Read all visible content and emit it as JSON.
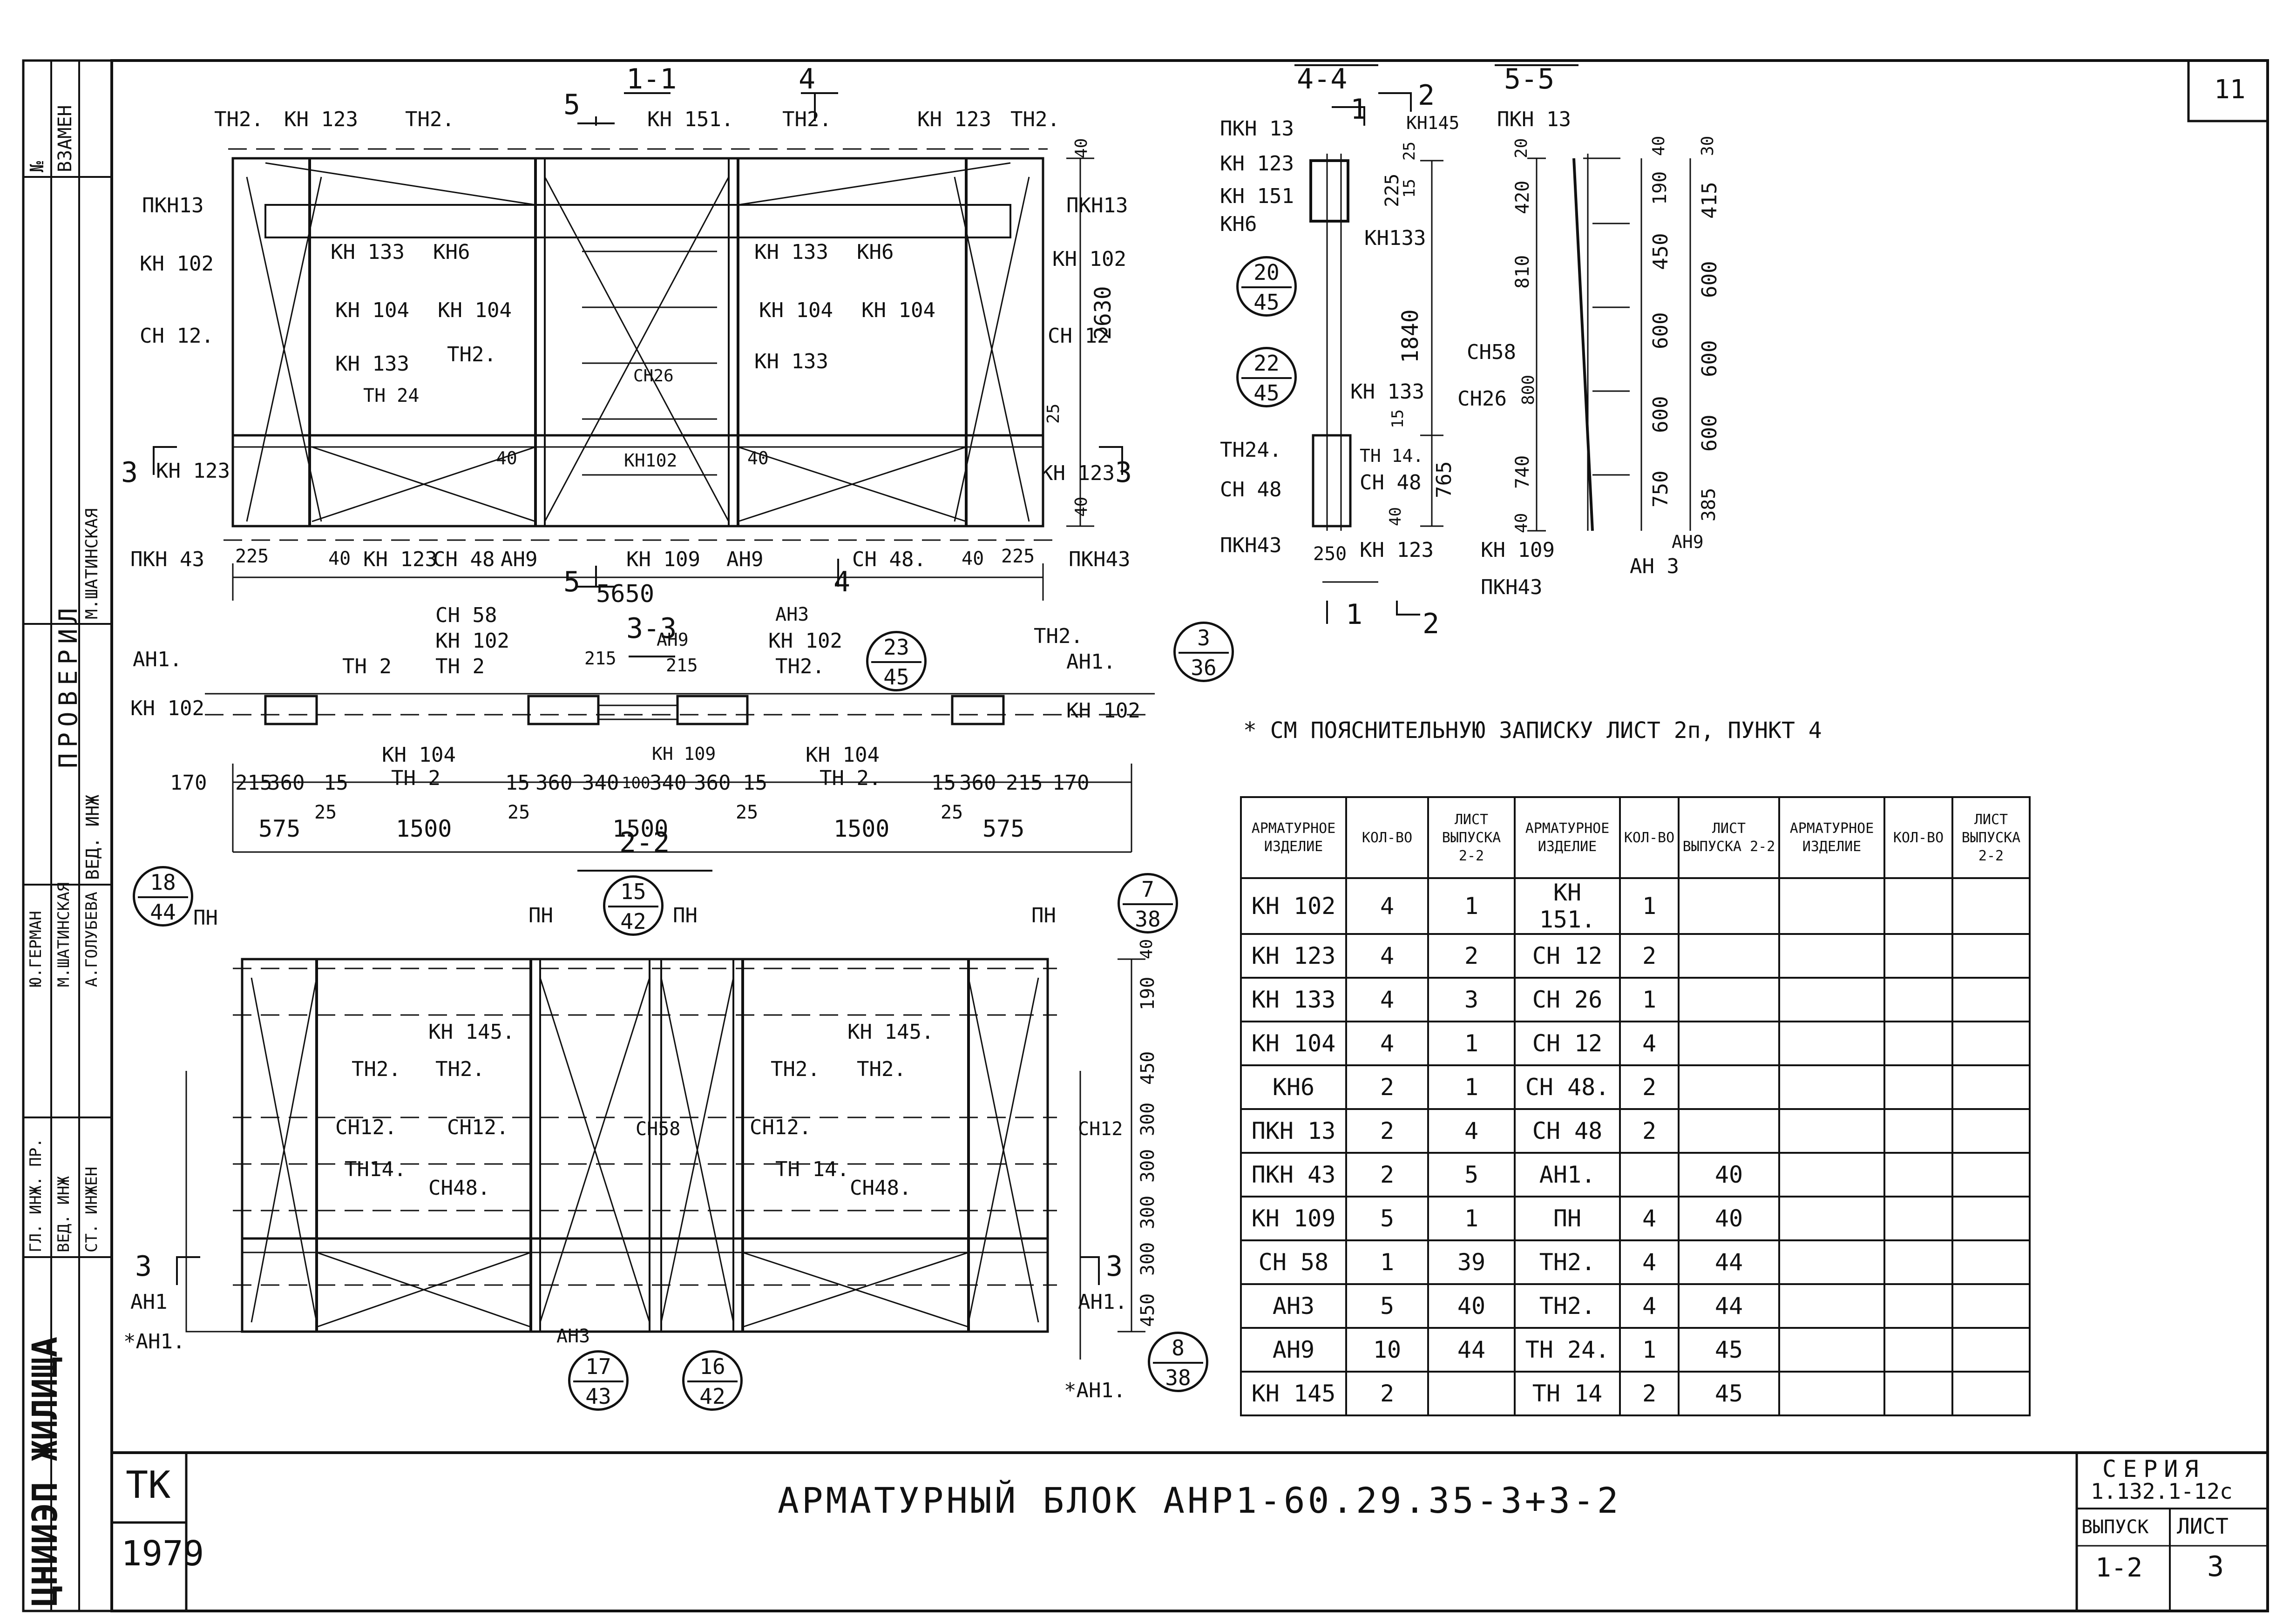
{
  "sheet_number": "11",
  "note": "* СМ ПОЯСНИТЕЛЬНУЮ ЗАПИСКУ ЛИСТ 2п, ПУНКТ 4",
  "sections": {
    "s11": "1-1",
    "s4": "4",
    "s44": "4-4",
    "s55": "5-5",
    "s33": "3-3",
    "s22": "2-2",
    "cut5": "5",
    "cut3": "3",
    "cut1": "1",
    "cut2": "2"
  },
  "elev_top": {
    "labels": [
      "ТН2.",
      "КН 123",
      "ТН2.",
      "КН 151.",
      "ТН2.",
      "КН 123",
      "ТН2.",
      "ПКН13",
      "ПКН13",
      "КН 133",
      "КН6",
      "КН 133",
      "КН6",
      "КН 102",
      "КН 102",
      "КН 104",
      "КН 104",
      "КН 104",
      "КН 104",
      "СН 12.",
      "СН 12",
      "КН 133",
      "ТН2.",
      "КН 133",
      "СН26",
      "ТН 24",
      "КН 123",
      "КН 123",
      "КН102",
      "ПКН 43",
      "КН 123",
      "СН 48",
      "АН9",
      "КН 109",
      "АН9",
      "СН 48.",
      "ПКН43"
    ],
    "dims": [
      "2630",
      "225",
      "40",
      "5650",
      "40",
      "225",
      "40",
      "25",
      "40",
      "40",
      "40"
    ]
  },
  "sect44": {
    "labels": [
      "ПКН 13",
      "КН 123",
      "КН 151",
      "КН6",
      "КН145",
      "КН133",
      "ТН24.",
      "СН 48",
      "ПКН43",
      "КН 133",
      "ТН 14.",
      "СН 48",
      "КН 123"
    ],
    "dims": [
      "25",
      "225",
      "15",
      "1840",
      "15",
      "765",
      "40",
      "250"
    ]
  },
  "sect55": {
    "labels": [
      "ПКН 13",
      "СН58",
      "СН26",
      "КН 109",
      "ПКН43",
      "АН9",
      "АН 3"
    ],
    "dims": [
      "20",
      "420",
      "810",
      "800",
      "740",
      "40",
      "40",
      "190",
      "450",
      "600",
      "600",
      "750",
      "30",
      "415",
      "600",
      "600",
      "600",
      "385"
    ]
  },
  "plan33": {
    "labels": [
      "АН1.",
      "КН 102",
      "ТН 2",
      "СН 58",
      "КН 102",
      "ТН 2",
      "АН3",
      "АН9",
      "КН 102",
      "ТН2.",
      "ТН2.",
      "АН1.",
      "КН 102",
      "КН 104",
      "ТН 2",
      "КН 109",
      "КН 104",
      "ТН 2."
    ],
    "dims_row1": [
      "170",
      "215",
      "360",
      "15",
      "15",
      "360",
      "340",
      "100",
      "340",
      "360",
      "15",
      "15",
      "360",
      "215",
      "170",
      "215",
      "215"
    ],
    "dims_row2": [
      "575",
      "25",
      "1500",
      "25",
      "1500",
      "25",
      "1500",
      "25",
      "575"
    ]
  },
  "elev_bottom": {
    "labels": [
      "ПН",
      "ПН",
      "ПН",
      "ПН",
      "КН 145.",
      "КН 145.",
      "ТН2.",
      "ТН2.",
      "ТН2.",
      "ТН2.",
      "СН12.",
      "СН12.",
      "СН58",
      "СН12.",
      "СН12",
      "ТН14.",
      "СН48.",
      "ТН 14.",
      "СН48.",
      "АН1",
      "*АН1.",
      "АН3",
      "АН1.",
      "*АН1."
    ],
    "dims": [
      "40",
      "190",
      "450",
      "300",
      "300",
      "300",
      "300",
      "450"
    ]
  },
  "bubbles": [
    {
      "top": "20",
      "bottom": "45"
    },
    {
      "top": "22",
      "bottom": "45"
    },
    {
      "top": "23",
      "bottom": "45"
    },
    {
      "top": "3",
      "bottom": "36"
    },
    {
      "top": "18",
      "bottom": "44"
    },
    {
      "top": "15",
      "bottom": "42"
    },
    {
      "top": "7",
      "bottom": "38"
    },
    {
      "top": "17",
      "bottom": "43"
    },
    {
      "top": "16",
      "bottom": "42"
    },
    {
      "top": "8",
      "bottom": "38"
    }
  ],
  "table": {
    "headers": [
      "АРМАТУРНОЕ ИЗДЕЛИЕ",
      "КОЛ-ВО",
      "ЛИСТ ВЫПУСКА 2-2",
      "АРМАТУРНОЕ ИЗДЕЛИЕ",
      "КОЛ-ВО",
      "ЛИСТ ВЫПУСКА 2-2",
      "АРМАТУРНОЕ ИЗДЕЛИЕ",
      "КОЛ-ВО",
      "ЛИСТ ВЫПУСКА 2-2"
    ],
    "rows": [
      [
        "КН 102",
        "4",
        "1",
        "КН 151.",
        "1",
        "",
        "",
        "",
        ""
      ],
      [
        "КН 123",
        "4",
        "2",
        "СН 12",
        "2",
        "",
        "",
        "",
        ""
      ],
      [
        "КН 133",
        "4",
        "3",
        "СН 26",
        "1",
        "",
        "",
        "",
        ""
      ],
      [
        "КН 104",
        "4",
        "1",
        "СН 12",
        "4",
        "",
        "",
        "",
        ""
      ],
      [
        "КН6",
        "2",
        "1",
        "СН 48.",
        "2",
        "",
        "",
        "",
        ""
      ],
      [
        "ПКН 13",
        "2",
        "4",
        "СН 48",
        "2",
        "",
        "",
        "",
        ""
      ],
      [
        "ПКН 43",
        "2",
        "5",
        "АН1.",
        "",
        "40",
        "",
        "",
        ""
      ],
      [
        "КН 109",
        "5",
        "1",
        "ПН",
        "4",
        "40",
        "",
        "",
        ""
      ],
      [
        "СН 58",
        "1",
        "39",
        "ТН2.",
        "4",
        "44",
        "",
        "",
        ""
      ],
      [
        "АН3",
        "5",
        "40",
        "ТН2.",
        "4",
        "44",
        "",
        "",
        ""
      ],
      [
        "АН9",
        "10",
        "44",
        "ТН 24.",
        "1",
        "45",
        "",
        "",
        ""
      ],
      [
        "КН 145",
        "2",
        "",
        "ТН 14",
        "2",
        "45",
        "",
        "",
        ""
      ]
    ]
  },
  "left_strip": {
    "top_labels": [
      "№",
      "ВЗАМЕН"
    ],
    "roles": [
      "ПРОВЕРИЛ",
      "ВЕД. ИНЖ",
      "ГЛ. ИНЖ. ПР.",
      "ВЕД. ИНЖ",
      "СТ. ИНЖЕН"
    ],
    "names": [
      "М.ШАТИНСКАЯ",
      "Ю.ГЕРМАН",
      "М.ШАТИНСКАЯ",
      "А.ГОЛУБЕВА"
    ],
    "org": "ЦНИИЭП ЖИЛИЩА"
  },
  "title_block": {
    "tk": "ТК",
    "year": "1979",
    "title": "АРМАТУРНЫЙ БЛОК АНР1-60.29.35-3+3-2",
    "series_label": "СЕРИЯ",
    "series": "1.132.1-12с",
    "issue_label": "ВЫПУСК",
    "issue": "1-2",
    "sheet_label": "ЛИСТ",
    "sheet": "3"
  }
}
